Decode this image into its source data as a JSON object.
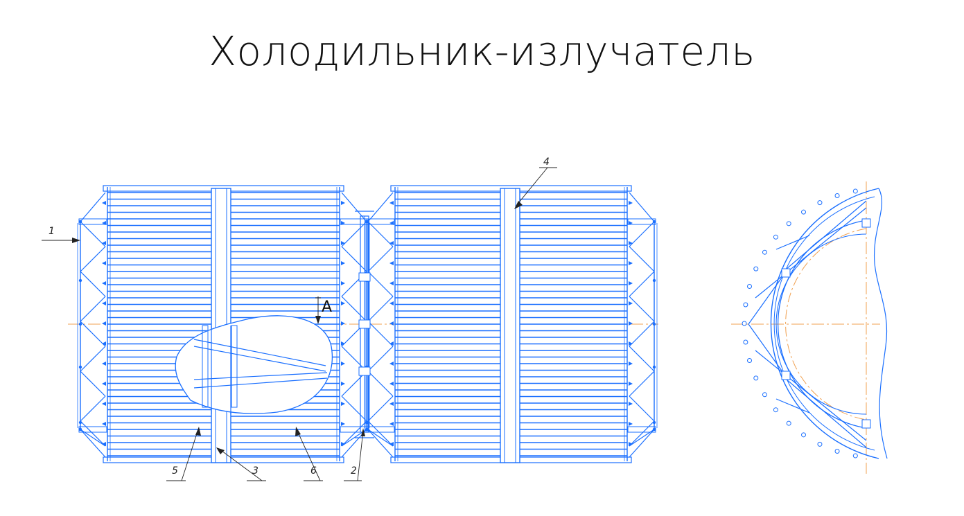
{
  "title": "Холодильник-излучатель",
  "callouts": {
    "c1": "1",
    "c2": "2",
    "c3": "3",
    "c4": "4",
    "c5": "5",
    "c6": "6"
  },
  "section_marker": "A",
  "colors": {
    "line": "#1a6fff",
    "centerline": "#f0a050",
    "leader": "#222222"
  }
}
